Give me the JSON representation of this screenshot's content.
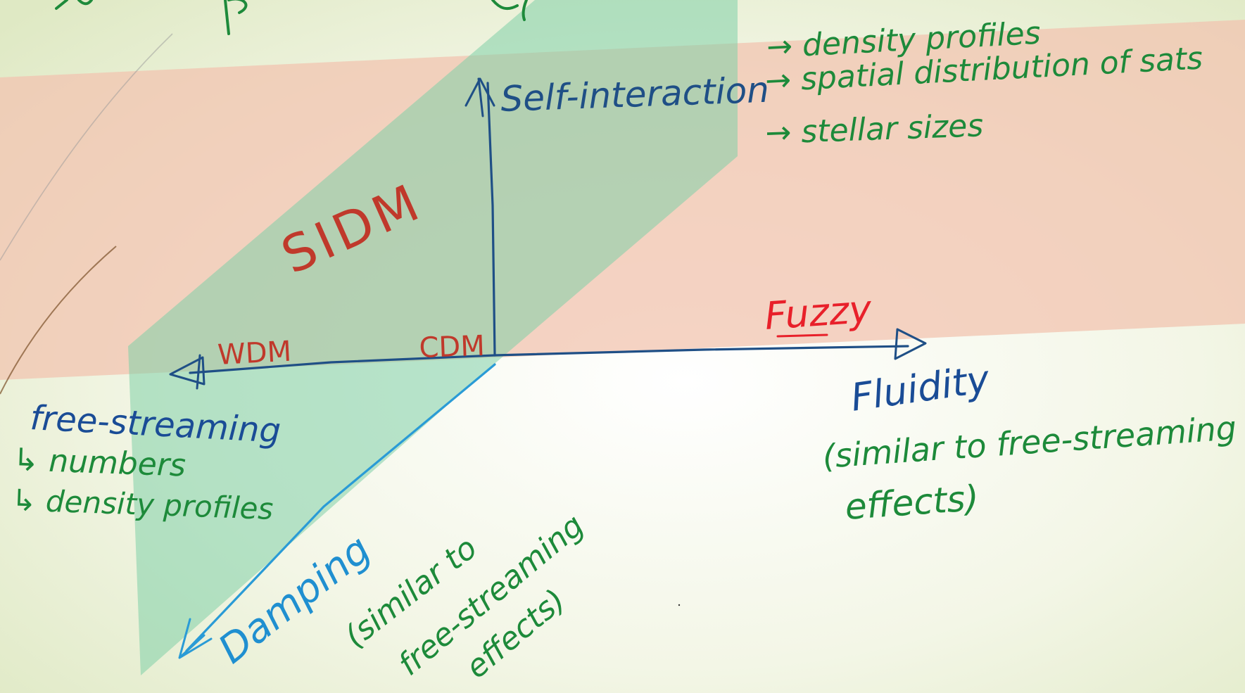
{
  "colors": {
    "background": "#eef2de",
    "band": "#f2c4b0",
    "plane": "#7fd0a8",
    "axis_dark": "#1f4f86",
    "axis_light": "#2a9bd6",
    "label_red": "#c0392b",
    "label_bright_red": "#e8202a",
    "note_green": "#1d8a3a",
    "axis_label_blue": "#1a4c96",
    "damping_blue": "#1f8fd0"
  },
  "axes": {
    "self_interaction": "Self-interaction",
    "fluidity": "Fluidity",
    "free_streaming": "free-streaming",
    "damping": "Damping"
  },
  "models": {
    "sidm": "SIDM",
    "wdm": "WDM",
    "cdm": "CDM",
    "fuzzy": "Fuzzy"
  },
  "notes": {
    "self_interaction": [
      "→ density profiles",
      "→ spatial distribution of sats",
      "→ stellar sizes"
    ],
    "free_streaming": [
      "↳ numbers",
      "↳ density profiles"
    ],
    "fluidity": [
      "(similar to free-streaming",
      "effects)"
    ],
    "damping": [
      "(similar to",
      "free-streaming",
      "effects)"
    ]
  }
}
